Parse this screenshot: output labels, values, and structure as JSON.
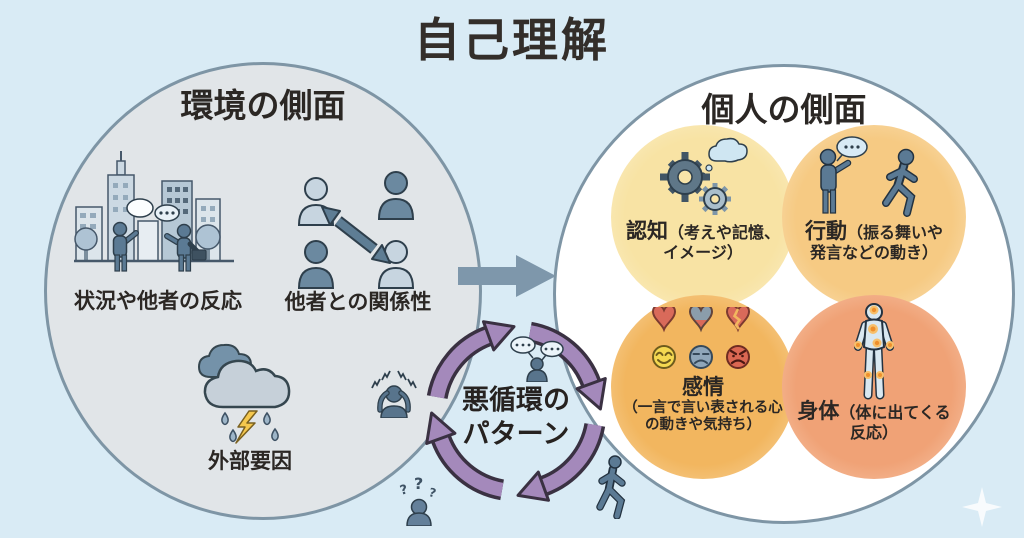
{
  "title": "自己理解",
  "colors": {
    "background": "#D9EBF5",
    "circle_border": "#7E95A5",
    "environment_circle_fill": "#E1E5E8",
    "personal_circle_fill": "#FFFFFF",
    "cognition_circle_fill": "#F8E3A4",
    "behavior_circle_fill": "#F6CA83",
    "emotion_circle_fill": "#F2B65F",
    "body_circle_fill": "#F0A276",
    "cycle_arrow_color": "#A489BB",
    "flow_arrow_color": "#7E97AB",
    "text_color": "#2D2925"
  },
  "environment": {
    "heading": "環境の側面",
    "items": [
      {
        "icon": "city-people-icon",
        "label": "状況や他者の反応"
      },
      {
        "icon": "people-relations-icon",
        "label": "他者との関係性"
      },
      {
        "icon": "storm-cloud-icon",
        "label": "外部要因"
      }
    ]
  },
  "flow_arrow_icon": "arrow-right-icon",
  "personal": {
    "heading": "個人の側面",
    "items": [
      {
        "icon": "gears-thought-icon",
        "name": "認知",
        "detail": "（考えや記憶、イメージ）"
      },
      {
        "icon": "speech-walk-icon",
        "name": "行動",
        "detail": "（振る舞いや発言などの動き）"
      },
      {
        "icon": "hearts-faces-icon",
        "name": "感情",
        "detail": "（一言で言い表される心の動きや気持ち）"
      },
      {
        "icon": "body-reaction-icon",
        "name": "身体",
        "detail": "（体に出てくる反応）"
      }
    ]
  },
  "cycle": {
    "label_line1": "悪循環の",
    "label_line2": "パターン",
    "surrounding_icons": [
      "talking-person-icon",
      "stressed-person-icon",
      "confused-person-icon",
      "walking-person-icon"
    ]
  },
  "watermark_icon": "sparkle-icon"
}
